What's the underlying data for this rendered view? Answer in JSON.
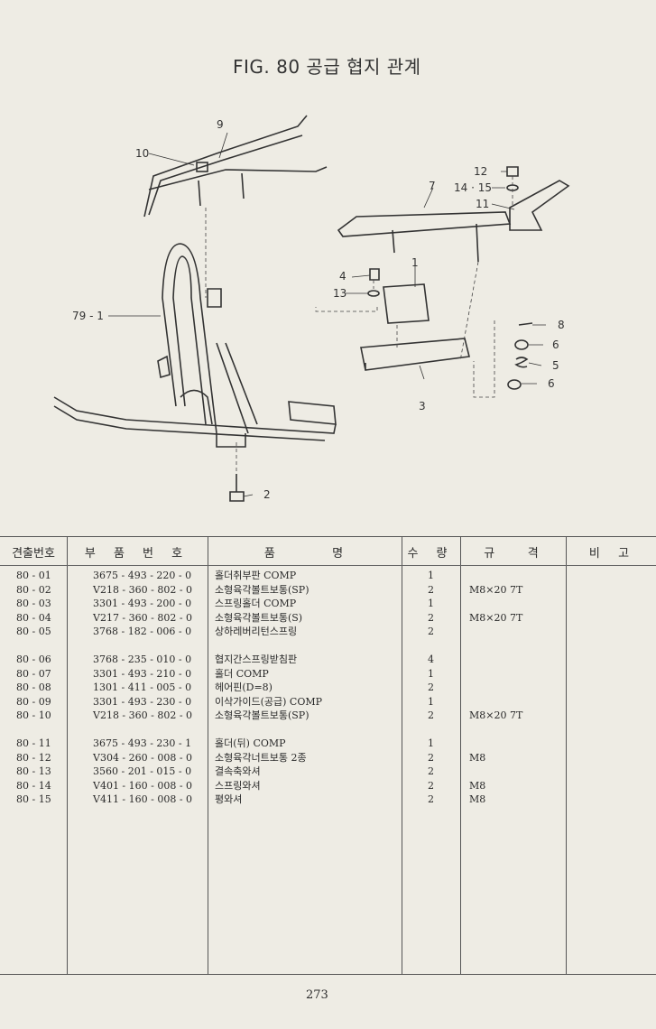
{
  "title": "FIG. 80 공급 협지 관계",
  "diagram": {
    "callouts": [
      "9",
      "10",
      "12",
      "14 · 15",
      "7",
      "11",
      "4",
      "1",
      "13",
      "79 - 1",
      "8",
      "6",
      "5",
      "6",
      "3",
      "2"
    ]
  },
  "table": {
    "headers": [
      "견출번호",
      "부 품 번 호",
      "품          명",
      "수 량",
      "규    격",
      "비  고"
    ],
    "rows": [
      {
        "ref": "80 - 01",
        "part": "3675 - 493 - 220 - 0",
        "name": "홀더취부판 COMP",
        "qty": "1",
        "spec": ""
      },
      {
        "ref": "80 - 02",
        "part": "V218 - 360 - 802 - 0",
        "name": "소형육각볼트보통(SP)",
        "qty": "2",
        "spec": "M8×20 7T"
      },
      {
        "ref": "80 - 03",
        "part": "3301 - 493 - 200 - 0",
        "name": "스프링홀더 COMP",
        "qty": "1",
        "spec": ""
      },
      {
        "ref": "80 - 04",
        "part": "V217 - 360 - 802 - 0",
        "name": "소형육각볼트보통(S)",
        "qty": "2",
        "spec": "M8×20 7T"
      },
      {
        "ref": "80 - 05",
        "part": "3768 - 182 - 006 - 0",
        "name": "상하레버리턴스프링",
        "qty": "2",
        "spec": ""
      },
      {
        "ref": "80 - 06",
        "part": "3768 - 235 - 010 - 0",
        "name": "협지간스프링받침판",
        "qty": "4",
        "spec": ""
      },
      {
        "ref": "80 - 07",
        "part": "3301 - 493 - 210 - 0",
        "name": "홀더 COMP",
        "qty": "1",
        "spec": ""
      },
      {
        "ref": "80 - 08",
        "part": "1301 - 411 - 005 - 0",
        "name": "헤어핀(D=8)",
        "qty": "2",
        "spec": ""
      },
      {
        "ref": "80 - 09",
        "part": "3301 - 493 - 230 - 0",
        "name": "이삭가이드(공급) COMP",
        "qty": "1",
        "spec": ""
      },
      {
        "ref": "80 - 10",
        "part": "V218 - 360 - 802 - 0",
        "name": "소형육각볼트보통(SP)",
        "qty": "2",
        "spec": "M8×20 7T"
      },
      {
        "ref": "80 - 11",
        "part": "3675 - 493 - 230 - 1",
        "name": "홀더(뒤) COMP",
        "qty": "1",
        "spec": ""
      },
      {
        "ref": "80 - 12",
        "part": "V304 - 260 - 008 - 0",
        "name": "소형육각너트보통 2종",
        "qty": "2",
        "spec": "M8"
      },
      {
        "ref": "80 - 13",
        "part": "3560 - 201 - 015 - 0",
        "name": "결속축와셔",
        "qty": "2",
        "spec": ""
      },
      {
        "ref": "80 - 14",
        "part": "V401 - 160 - 008 - 0",
        "name": "스프링와셔",
        "qty": "2",
        "spec": "M8"
      },
      {
        "ref": "80 - 15",
        "part": "V411 - 160 - 008 - 0",
        "name": "평와셔",
        "qty": "2",
        "spec": "M8"
      }
    ]
  },
  "page_number": "273"
}
